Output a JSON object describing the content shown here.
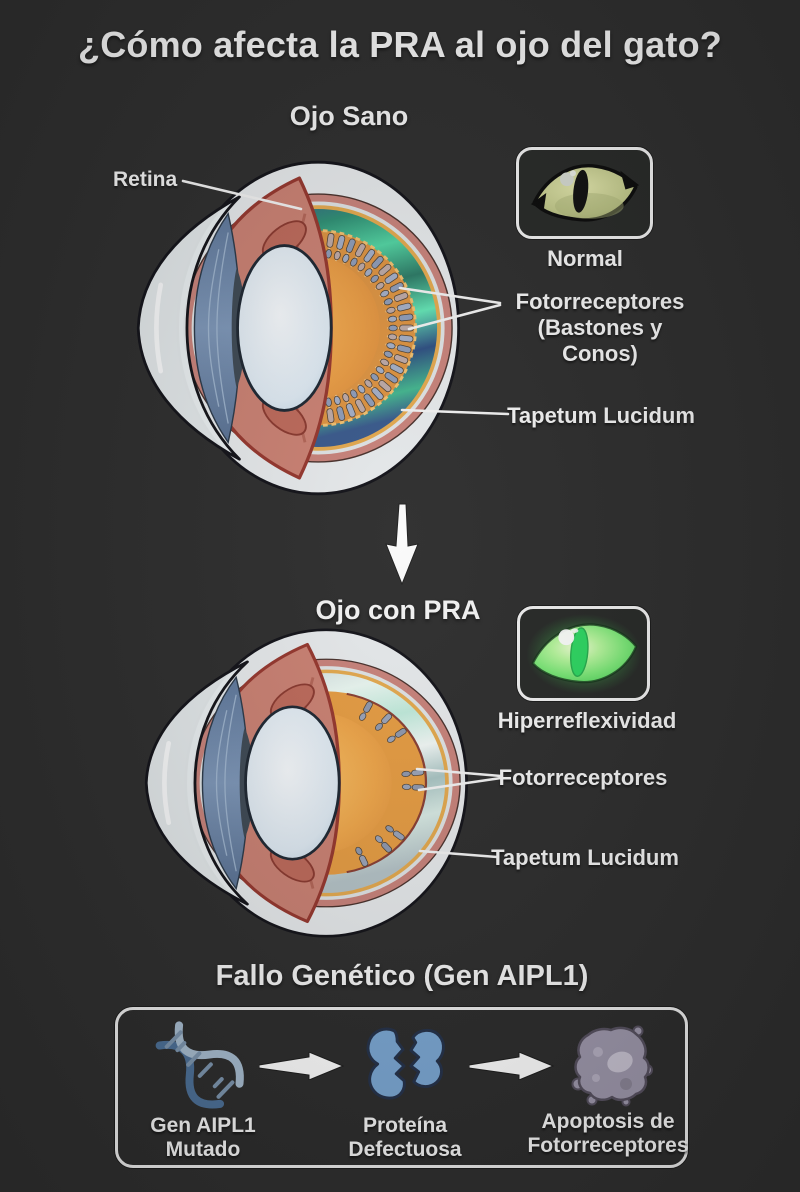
{
  "title": "¿Cómo afecta la PRA al ojo del gato?",
  "healthy_section": {
    "heading": "Ojo Sano",
    "retina_label": "Retina",
    "photo_caption": "Normal",
    "photoreceptors_label_line1": "Fotorreceptores",
    "photoreceptors_label_line2": "(Bastones y Conos)",
    "tapetum_label": "Tapetum Lucidum"
  },
  "pra_section": {
    "heading": "Ojo con PRA",
    "photo_caption": "Hiperreflexividad",
    "photoreceptors_label": "Fotorreceptores",
    "tapetum_label": "Tapetum Lucidum"
  },
  "genetic_section": {
    "heading": "Fallo Genético (Gen AIPL1)",
    "steps": [
      {
        "icon": "dna-icon",
        "label_line1": "Gen AIPL1",
        "label_line2": "Mutado"
      },
      {
        "icon": "broken-protein-icon",
        "label_line1": "Proteína",
        "label_line2": "Defectuosa"
      },
      {
        "icon": "apoptosis-cell-icon",
        "label_line1": "Apoptosis de",
        "label_line2": "Fotorreceptores"
      }
    ]
  },
  "colors": {
    "background": "#2f2f2f",
    "text": "#f4f4f4",
    "sclera": "#e6e9eb",
    "vitreous_orange": "#e0913e",
    "choroid_pink": "#c8837b",
    "retina_red": "#96382f",
    "tapetum_healthy_teal": "#46c797",
    "tapetum_pra_silver": "#d9e9e5",
    "iris_blue": "#7089ac",
    "normal_cat_iris": "#c9d094",
    "pra_glow_green": "#54e664",
    "dna_blue": "#4d7097",
    "protein_blue": "#7ba7d3",
    "apoptosis_gray": "#9d97ab"
  }
}
